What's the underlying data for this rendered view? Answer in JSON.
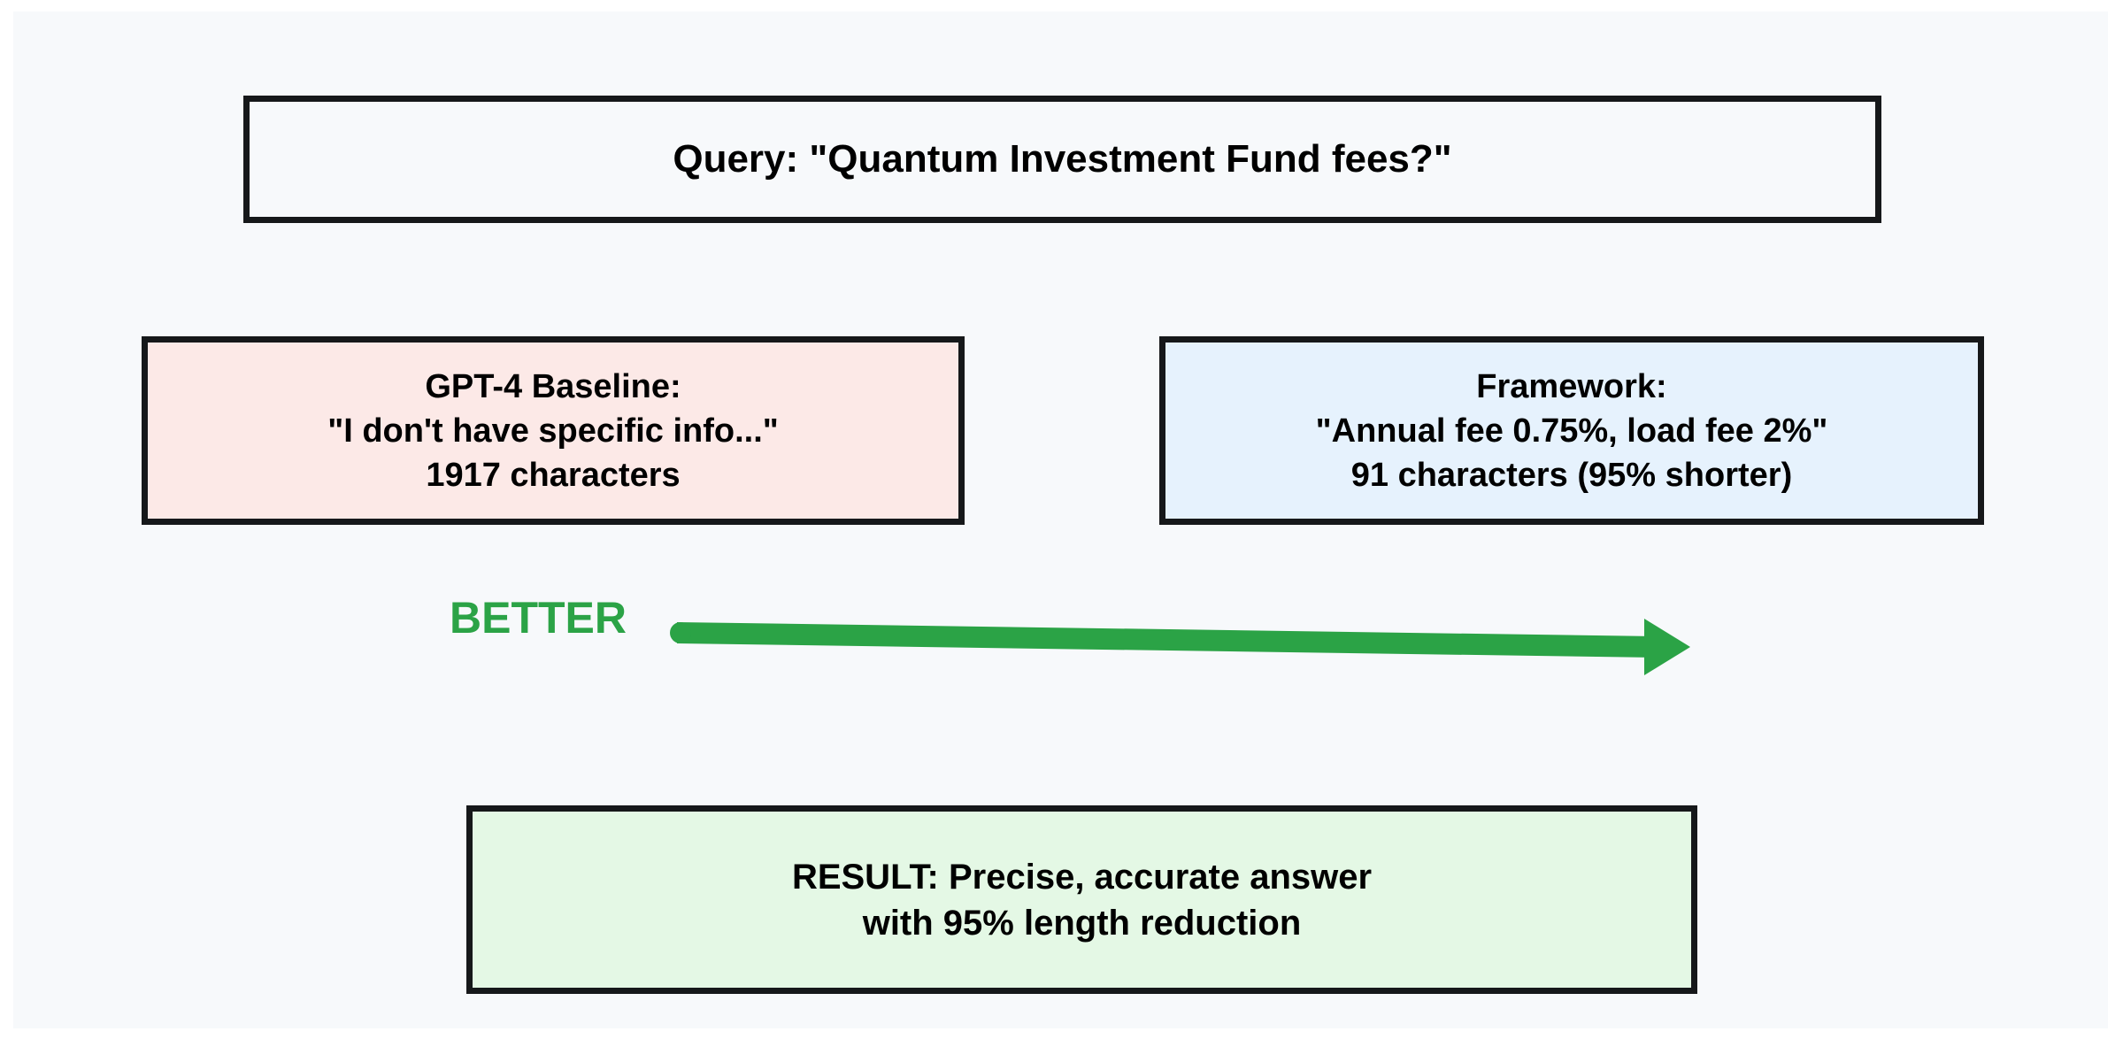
{
  "canvas": {
    "background_color": "#f7f9fb",
    "page_background_color": "#ffffff",
    "border_color": "#16181a"
  },
  "query": {
    "text": "Query: \"Quantum Investment Fund fees?\"",
    "fill_color": "#f7f9fb"
  },
  "baseline": {
    "title": "GPT-4 Baseline:",
    "quote": "\"I don't have specific info...\"",
    "metric": "1917 characters",
    "fill_color": "#fce9e7"
  },
  "framework": {
    "title": "Framework:",
    "quote": "\"Annual fee 0.75%, load fee 2%\"",
    "metric": "91 characters (95% shorter)",
    "fill_color": "#e6f2fd"
  },
  "better": {
    "label": "BETTER",
    "color": "#2ba346",
    "icon": "arrow-right-icon"
  },
  "result": {
    "line1": "RESULT: Precise, accurate answer",
    "line2": "with 95% length reduction",
    "fill_color": "#e4f8e5"
  }
}
